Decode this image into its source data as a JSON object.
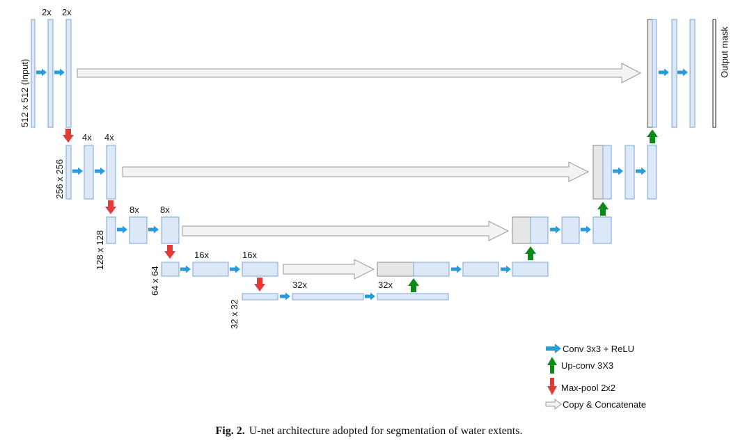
{
  "diagram": {
    "input_label": "512 x 512   (Input)",
    "output_label": "Output mask",
    "resolution_labels": [
      "256 x 256",
      "128 x 128",
      "64 x 64",
      "32 x 32"
    ],
    "filter_labels": [
      "2x",
      "2x",
      "4x",
      "4x",
      "8x",
      "8x",
      "16x",
      "16x",
      "32x",
      "32x"
    ],
    "colors": {
      "block_fill": "#dce8f8",
      "block_stroke": "#7aa4d6",
      "concat_fill": "#e6e6e6",
      "conv_arrow": "#2b9ad6",
      "upconv_arrow": "#0b8a1a",
      "maxpool_arrow": "#e03a3a",
      "copy_arrow_fill": "#f3f3f3",
      "copy_arrow_stroke": "#9a9a9a"
    }
  },
  "legend": {
    "items": [
      {
        "icon": "conv-arrow-icon",
        "label": "Conv 3x3 + ReLU"
      },
      {
        "icon": "up-conv-arrow-icon",
        "label": "Up-conv 3X3"
      },
      {
        "icon": "max-pool-arrow-icon",
        "label": "Max-pool 2x2"
      },
      {
        "icon": "copy-concatenate-arrow-icon",
        "label": "Copy & Concatenate"
      }
    ]
  },
  "caption": {
    "prefix": "Fig. 2.",
    "text": "U-net architecture adopted for segmentation of water extents."
  }
}
